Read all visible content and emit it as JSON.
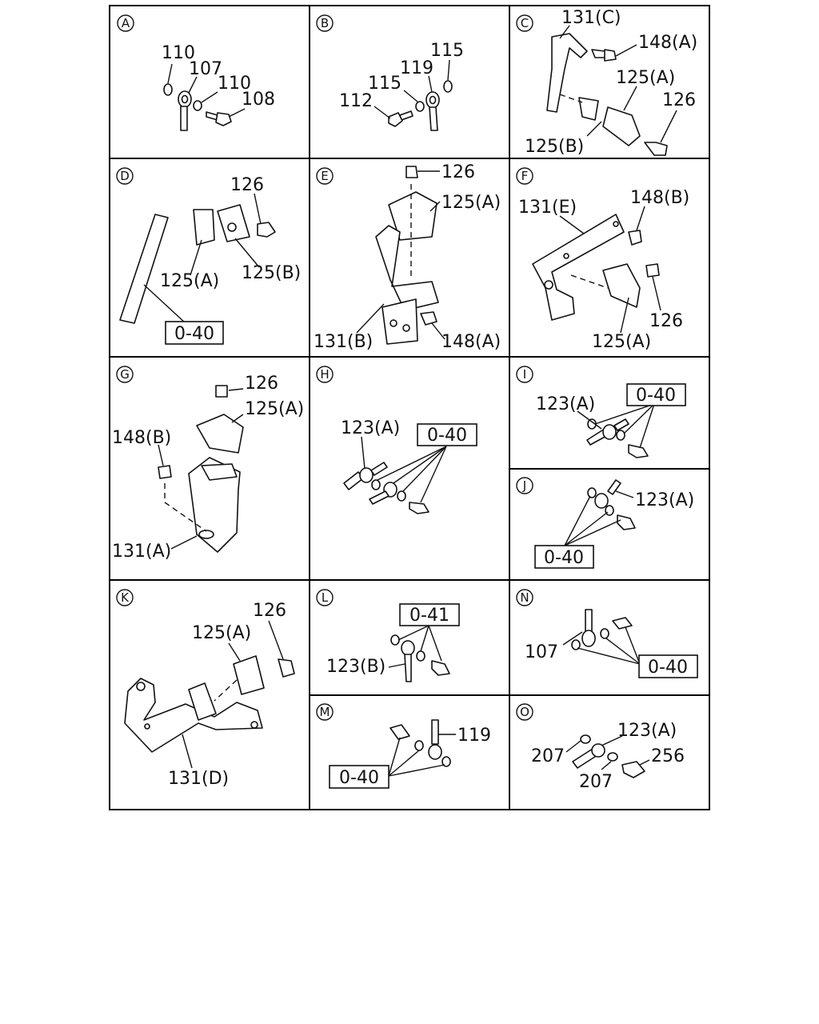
{
  "panels": {
    "A": {
      "id": "A",
      "labels": [
        "110",
        "107",
        "110",
        "108"
      ]
    },
    "B": {
      "id": "B",
      "labels": [
        "115",
        "119",
        "115",
        "112"
      ]
    },
    "C": {
      "id": "C",
      "labels": [
        "131(C)",
        "148(A)",
        "125(A)",
        "126",
        "125(B)"
      ]
    },
    "D": {
      "id": "D",
      "labels": [
        "126",
        "125(A)",
        "125(B)"
      ],
      "ref": "0-40"
    },
    "E": {
      "id": "E",
      "labels": [
        "126",
        "125(A)",
        "131(B)",
        "148(A)"
      ]
    },
    "F": {
      "id": "F",
      "labels": [
        "148(B)",
        "131(E)",
        "126",
        "125(A)"
      ]
    },
    "G": {
      "id": "G",
      "labels": [
        "126",
        "125(A)",
        "148(B)",
        "131(A)"
      ]
    },
    "H": {
      "id": "H",
      "labels": [
        "123(A)"
      ],
      "ref": "0-40"
    },
    "I": {
      "id": "I",
      "labels": [
        "123(A)"
      ],
      "ref": "0-40"
    },
    "J": {
      "id": "J",
      "labels": [
        "123(A)"
      ],
      "ref": "0-40"
    },
    "K": {
      "id": "K",
      "labels": [
        "126",
        "125(A)",
        "131(D)"
      ]
    },
    "L": {
      "id": "L",
      "labels": [
        "123(B)"
      ],
      "ref": "0-41"
    },
    "N": {
      "id": "N",
      "labels": [
        "107"
      ],
      "ref": "0-40"
    },
    "M": {
      "id": "M",
      "labels": [
        "119"
      ],
      "ref": "0-40"
    },
    "O": {
      "id": "O",
      "labels": [
        "123(A)",
        "207",
        "256",
        "207"
      ]
    }
  }
}
